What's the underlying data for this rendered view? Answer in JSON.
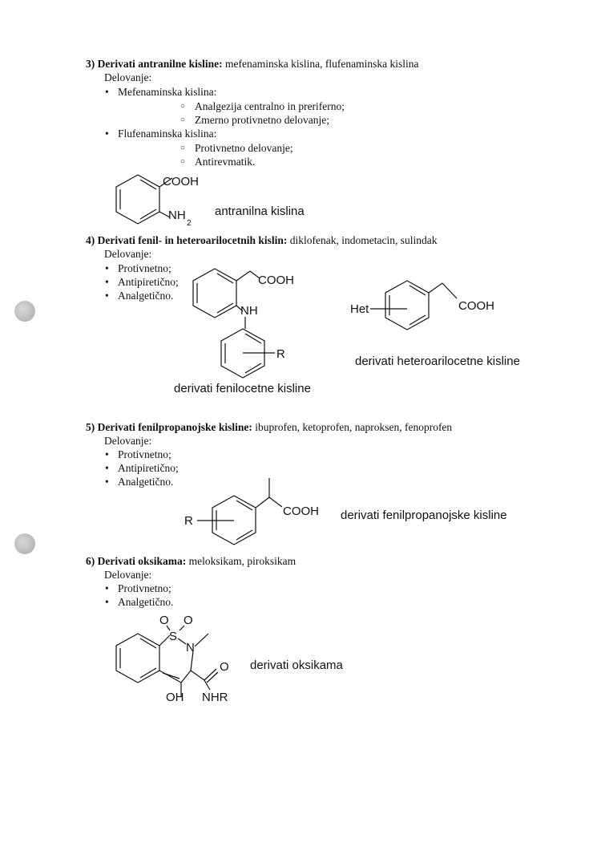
{
  "s3": {
    "num": "3)",
    "title": "Derivati antranilne kisline:",
    "drugs": " mefenaminska kislina, flufenaminska kislina",
    "delovanje": "Delovanje:",
    "items": [
      {
        "label": "Mefenaminska kislina:",
        "sub": [
          "Analgezija centralno in preriferno;",
          "Zmerno protivnetno delovanje;"
        ]
      },
      {
        "label": "Flufenaminska kislina:",
        "sub": [
          "Protivnetno delovanje;",
          "Antirevmatik."
        ]
      }
    ],
    "cooh": "COOH",
    "nh2": "NH",
    "nh2_sub": "2",
    "caption": "antranilna kislina"
  },
  "s4": {
    "num": "4)",
    "title": "Derivati fenil- in heteroarilocetnih kislin:",
    "drugs": " diklofenak, indometacin, sulindak",
    "delovanje": "Delovanje:",
    "items": [
      "Protivnetno;",
      "Antipiretično;",
      "Analgetično."
    ],
    "cooh": "COOH",
    "nh": "NH",
    "r": "R",
    "caption1": "derivati fenilocetne kisline",
    "het": "Het",
    "cooh2": "COOH",
    "caption2": "derivati heteroarilocetne kisline"
  },
  "s5": {
    "num": "5)",
    "title": "Derivati fenilpropanojske kisline:",
    "drugs": " ibuprofen, ketoprofen, naproksen, fenoprofen",
    "delovanje": "Delovanje:",
    "items": [
      "Protivnetno;",
      "Antipiretično;",
      "Analgetično."
    ],
    "r": "R",
    "cooh": "COOH",
    "caption": "derivati fenilpropanojske kisline"
  },
  "s6": {
    "num": "6)",
    "title": "Derivati oksikama:",
    "drugs": " meloksikam, piroksikam",
    "delovanje": "Delovanje:",
    "items": [
      "Protivnetno;",
      "Analgetično."
    ],
    "o1": "O",
    "s": "S",
    "o2": "O",
    "n": "N",
    "o3": "O",
    "oh": "OH",
    "nhr": "NHR",
    "caption": "derivati oksikama"
  }
}
